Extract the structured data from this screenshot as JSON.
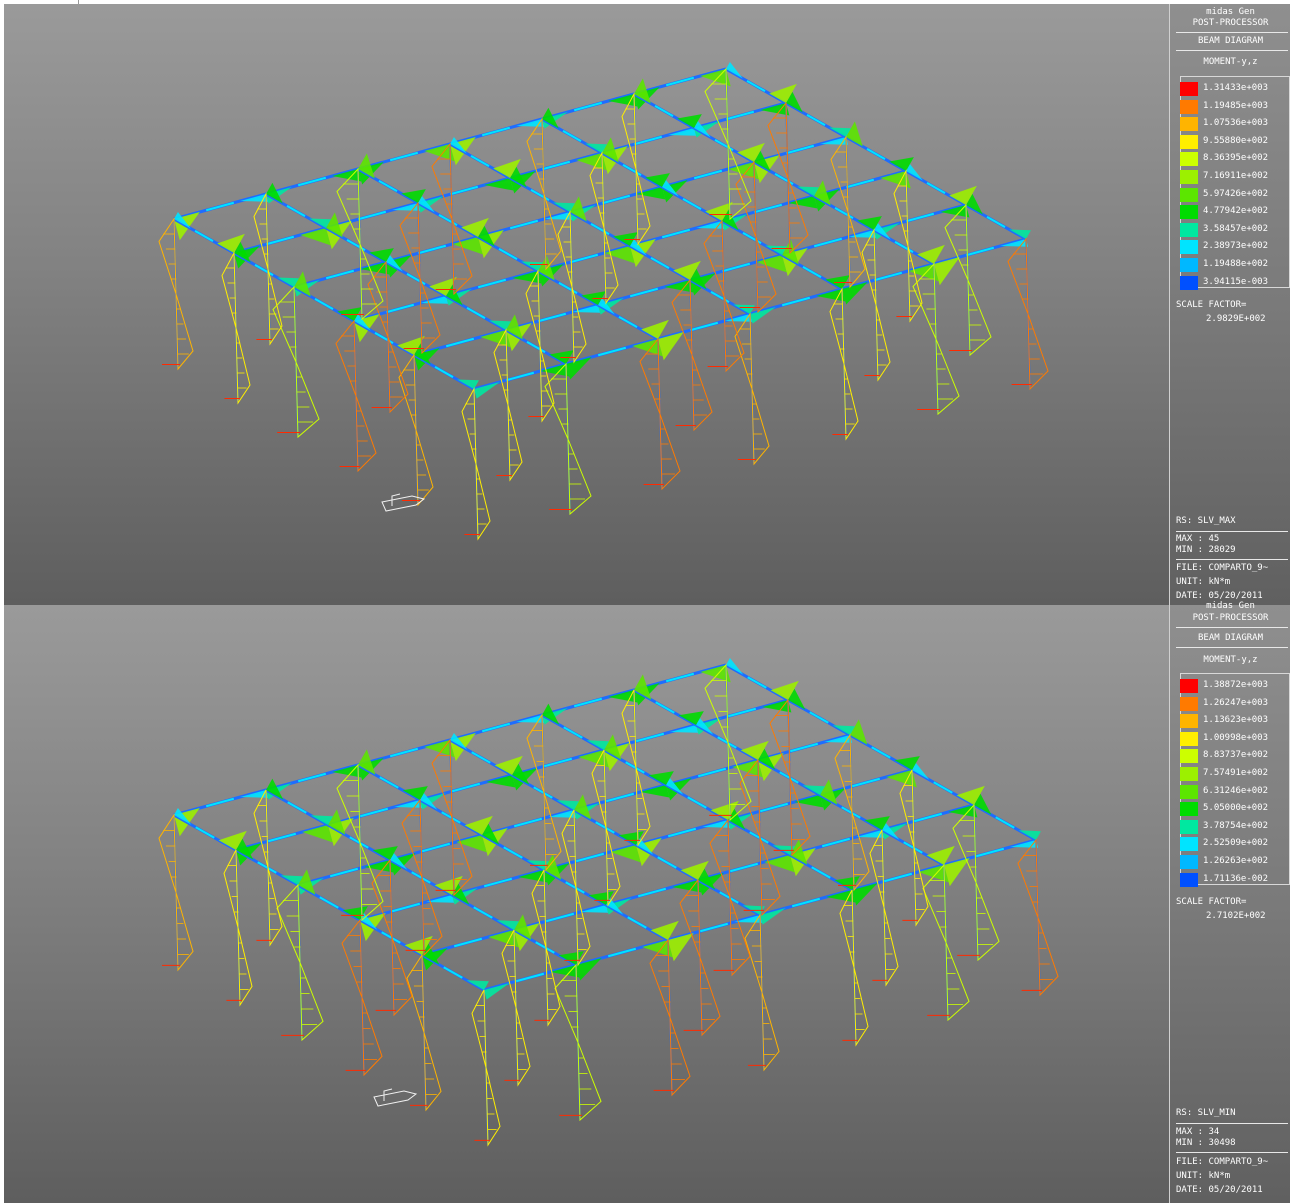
{
  "colors": {
    "scale": [
      "#ff0000",
      "#ff7a00",
      "#ffb400",
      "#ffee00",
      "#ccff00",
      "#9cf000",
      "#5ce600",
      "#00dc00",
      "#00e8a0",
      "#00e4ff",
      "#00b8ff",
      "#0050ff"
    ],
    "beam_base": "#1e6cff"
  },
  "panels": [
    {
      "app": "midas Gen",
      "mode": "POST-PROCESSOR",
      "diagram": "BEAM DIAGRAM",
      "result": "MOMENT-y,z",
      "scale_labels": [
        "1.31433e+003",
        "1.19485e+003",
        "1.07536e+003",
        "9.55880e+002",
        "8.36395e+002",
        "7.16911e+002",
        "5.97426e+002",
        "4.77942e+002",
        "3.58457e+002",
        "2.38973e+002",
        "1.19488e+002",
        "3.94115e-003"
      ],
      "scale_factor_label": "SCALE FACTOR=",
      "scale_factor_value": "2.9829E+002",
      "rs": "RS: SLV_MAX",
      "max": "MAX : 45",
      "min": "MIN : 28029",
      "file": "FILE: COMPARTO_9~",
      "unit": "UNIT: kN*m",
      "date": "DATE: 05/20/2011"
    },
    {
      "app": "midas Gen",
      "mode": "POST-PROCESSOR",
      "diagram": "BEAM DIAGRAM",
      "result": "MOMENT-y,z",
      "scale_labels": [
        "1.38872e+003",
        "1.26247e+003",
        "1.13623e+003",
        "1.00998e+003",
        "8.83737e+002",
        "7.57491e+002",
        "6.31246e+002",
        "5.05000e+002",
        "3.78754e+002",
        "2.52509e+002",
        "1.26263e+002",
        "1.71136e-002"
      ],
      "scale_factor_label": "SCALE FACTOR=",
      "scale_factor_value": "2.7102E+002",
      "rs": "RS: SLV_MIN",
      "max": "MAX : 34",
      "min": "MIN : 30498",
      "file": "FILE: COMPARTO_9~",
      "unit": "UNIT: kN*m",
      "date": "DATE: 05/20/2011"
    }
  ]
}
